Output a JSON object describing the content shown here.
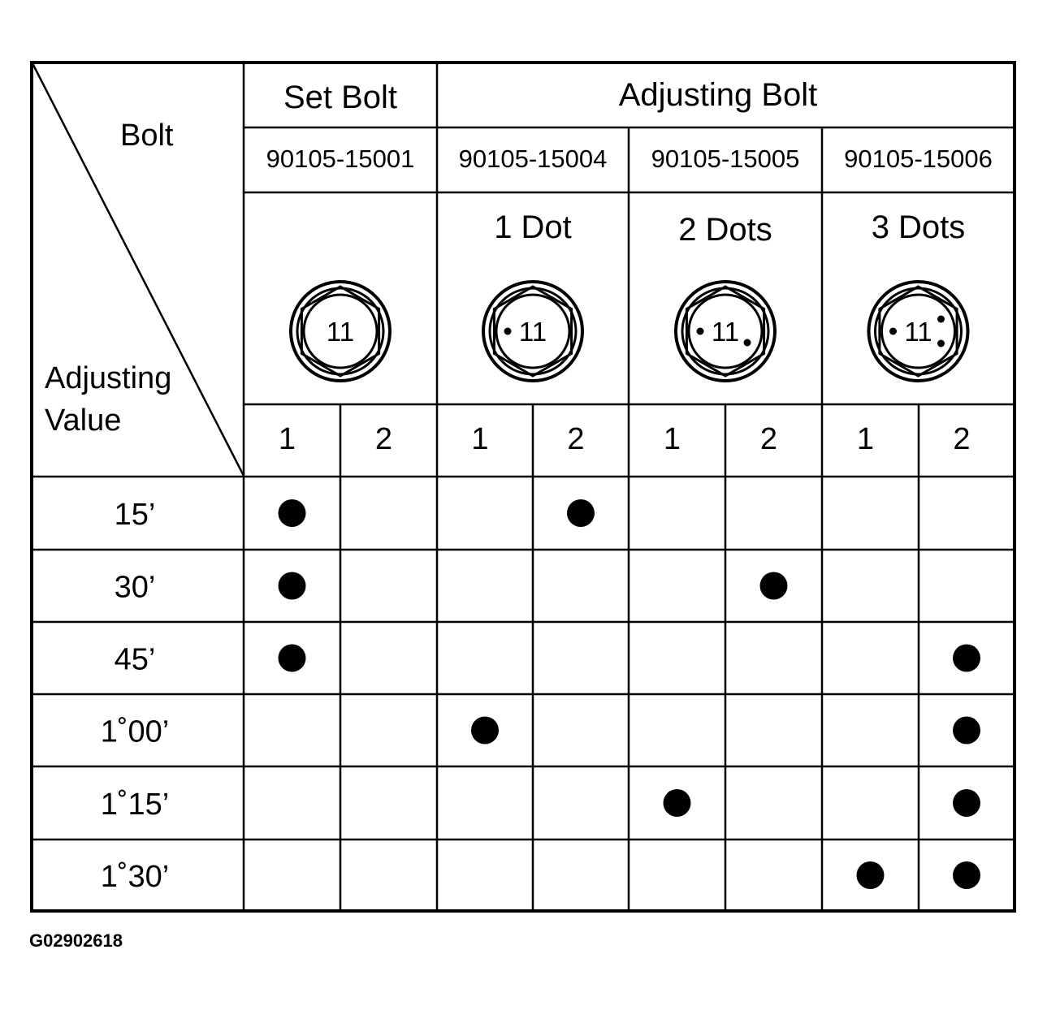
{
  "corner": {
    "top_label": "Bolt",
    "bottom_label_line1": "Adjusting",
    "bottom_label_line2": "Value"
  },
  "groups": {
    "set_bolt": "Set Bolt",
    "adjusting_bolt": "Adjusting Bolt"
  },
  "bolts": [
    {
      "part_number": "90105-15001",
      "dots_label": "",
      "head_mark": "11",
      "dot_count": 0
    },
    {
      "part_number": "90105-15004",
      "dots_label": "1 Dot",
      "head_mark": "11",
      "dot_count": 1
    },
    {
      "part_number": "90105-15005",
      "dots_label": "2 Dots",
      "head_mark": "11",
      "dot_count": 2
    },
    {
      "part_number": "90105-15006",
      "dots_label": "3 Dots",
      "head_mark": "11",
      "dot_count": 3
    }
  ],
  "position_labels": [
    "1",
    "2",
    "1",
    "2",
    "1",
    "2",
    "1",
    "2"
  ],
  "rows": [
    {
      "value": "15’",
      "marks": [
        1,
        0,
        0,
        1,
        0,
        0,
        0,
        0
      ]
    },
    {
      "value": "30’",
      "marks": [
        1,
        0,
        0,
        0,
        0,
        1,
        0,
        0
      ]
    },
    {
      "value": "45’",
      "marks": [
        1,
        0,
        0,
        0,
        0,
        0,
        0,
        1
      ]
    },
    {
      "value": "1˚00’",
      "marks": [
        0,
        0,
        1,
        0,
        0,
        0,
        0,
        1
      ]
    },
    {
      "value": "1˚15’",
      "marks": [
        0,
        0,
        0,
        0,
        1,
        0,
        0,
        1
      ]
    },
    {
      "value": "1˚30’",
      "marks": [
        0,
        0,
        0,
        0,
        0,
        0,
        1,
        1
      ]
    }
  ],
  "figure_code": "G02902618"
}
